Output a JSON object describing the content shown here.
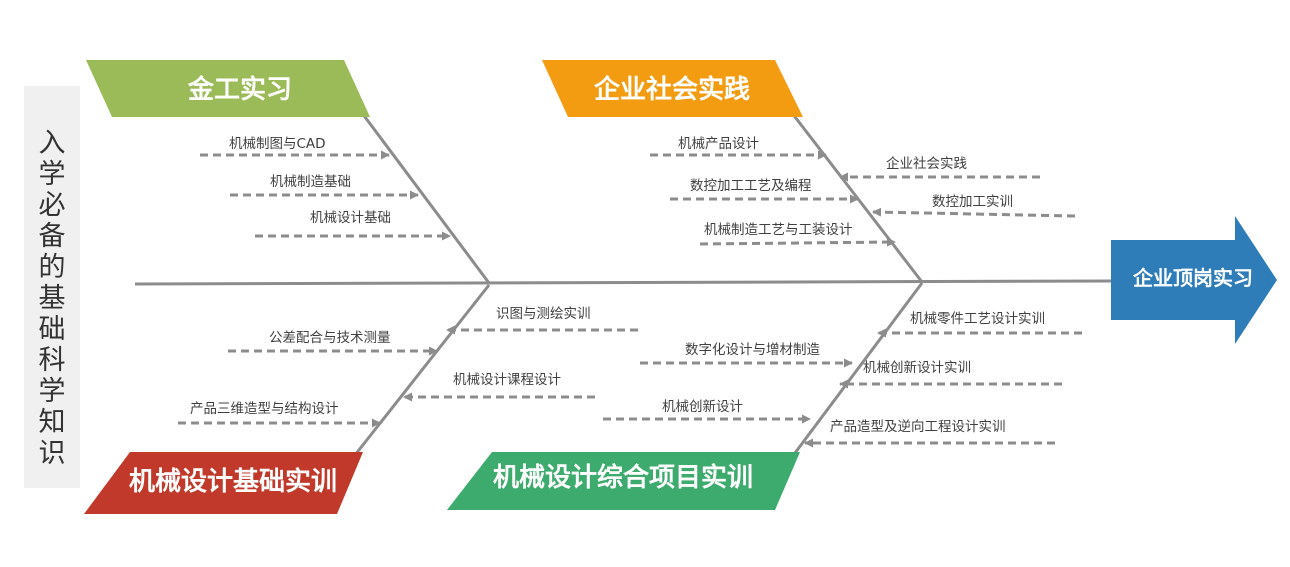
{
  "left_label": "入学必备的基础科学知识",
  "head": {
    "label": "企业顶岗实习",
    "color": "#2e7cb8"
  },
  "categories": [
    {
      "label": "金工实习",
      "color": "#9bbb59",
      "causes": [
        "机械制图与CAD",
        "机械制造基础",
        "机械设计基础"
      ]
    },
    {
      "label": "企业社会实践",
      "color": "#f39c12",
      "causes_left": [
        "机械产品设计",
        "数控加工工艺及编程",
        "机械制造工艺与工装设计"
      ],
      "causes_right": [
        "企业社会实践",
        "数控加工实训"
      ]
    },
    {
      "label": "机械设计基础实训",
      "color": "#c0392b",
      "causes": [
        "公差配合与技术测量",
        "产品三维造型与结构设计"
      ],
      "causes_right": [
        "识图与测绘实训",
        "机械设计课程设计"
      ]
    },
    {
      "label": "机械设计综合项目实训",
      "color": "#3daa6e",
      "causes_left": [
        "数字化设计与增材制造",
        "机械创新设计"
      ],
      "causes_right": [
        "机械零件工艺设计实训",
        "机械创新设计实训",
        "产品造型及逆向工程设计实训"
      ]
    }
  ]
}
